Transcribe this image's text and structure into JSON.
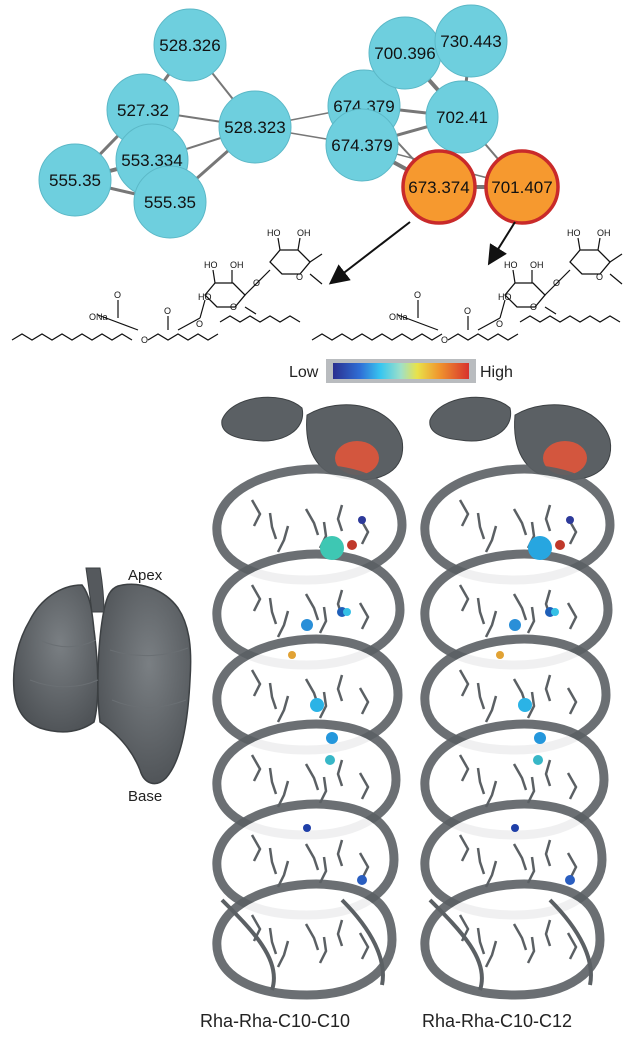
{
  "network": {
    "nodes": [
      {
        "id": "n528326",
        "label": "528.326",
        "kind": "blue"
      },
      {
        "id": "n527",
        "label": "527.32",
        "kind": "blue"
      },
      {
        "id": "n553",
        "label": "553.334",
        "kind": "blue"
      },
      {
        "id": "n555a",
        "label": "555.35",
        "kind": "blue"
      },
      {
        "id": "n555b",
        "label": "555.35",
        "kind": "blue"
      },
      {
        "id": "n528323",
        "label": "528.323",
        "kind": "blue"
      },
      {
        "id": "n674a",
        "label": "674.379",
        "kind": "blue"
      },
      {
        "id": "n674b",
        "label": "674.379",
        "kind": "blue"
      },
      {
        "id": "n700",
        "label": "700.396",
        "kind": "blue"
      },
      {
        "id": "n730",
        "label": "730.443",
        "kind": "blue"
      },
      {
        "id": "n702",
        "label": "702.41",
        "kind": "blue"
      },
      {
        "id": "n673",
        "label": "673.374",
        "kind": "orange"
      },
      {
        "id": "n701",
        "label": "701.407",
        "kind": "orange"
      }
    ],
    "colors": {
      "blue": "#6ecfde",
      "orange": "#f6992f",
      "orange_stroke": "#c92a2a",
      "edge": "#777777"
    }
  },
  "structures": [
    {
      "id": "left",
      "ona_label": "ONa",
      "o_label": "O",
      "ho_label": "HO",
      "oh_label": "OH"
    },
    {
      "id": "right",
      "ona_label": "ONa",
      "o_label": "O",
      "ho_label": "HO",
      "oh_label": "OH"
    }
  ],
  "colorbar": {
    "low": "Low",
    "high": "High"
  },
  "lung": {
    "apex": "Apex",
    "base": "Base"
  },
  "captions": {
    "left": "Rha-Rha-C10-C10",
    "right": "Rha-Rha-C10-C12"
  },
  "colors": {
    "tissue": "#5b6064",
    "tissue_dark": "#3c4043"
  }
}
